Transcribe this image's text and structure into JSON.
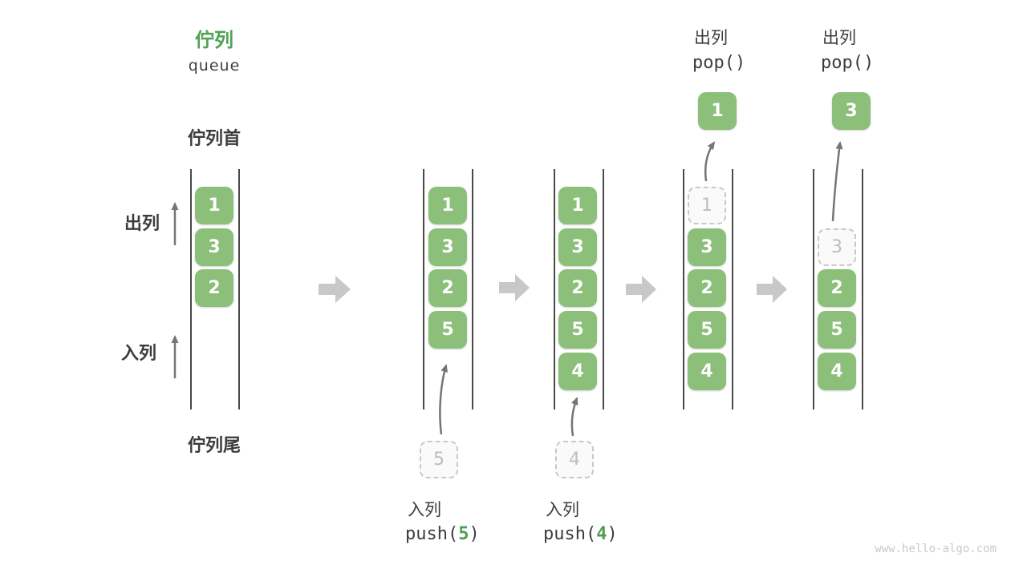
{
  "title": {
    "zh": "佇列",
    "en": "queue"
  },
  "side_labels": {
    "front": "佇列首",
    "rear": "佇列尾",
    "dequeue": "出列",
    "enqueue": "入列"
  },
  "ops": {
    "push_a": {
      "label": "入列",
      "fn": "push(",
      "arg": "5",
      "close": ")"
    },
    "push_b": {
      "label": "入列",
      "fn": "push(",
      "arg": "4",
      "close": ")"
    },
    "pop_a": {
      "label": "出列",
      "code": "pop()"
    },
    "pop_b": {
      "label": "出列",
      "code": "pop()"
    }
  },
  "columns": [
    {
      "cells": [
        "1",
        "3",
        "2"
      ]
    },
    {
      "cells": [
        "1",
        "3",
        "2",
        "5"
      ],
      "staged": "5"
    },
    {
      "cells": [
        "1",
        "3",
        "2",
        "5",
        "4"
      ],
      "staged": "4"
    },
    {
      "ghost": "1",
      "cells": [
        "3",
        "2",
        "5",
        "4"
      ],
      "popped": "1"
    },
    {
      "ghost": "3",
      "cells": [
        "2",
        "5",
        "4"
      ],
      "popped": "3"
    }
  ],
  "watermark": "www.hello-algo.com",
  "colors": {
    "box_green": "#8BBF7A",
    "title_green": "#50A354",
    "dark_text": "#3C3C3C",
    "block_arrow": "#C8C8C8",
    "thin_arrow": "#757575",
    "ghost_border": "#C8C8C8",
    "ghost_text": "#BDBDBD",
    "watermark": "#C9C9C9"
  }
}
